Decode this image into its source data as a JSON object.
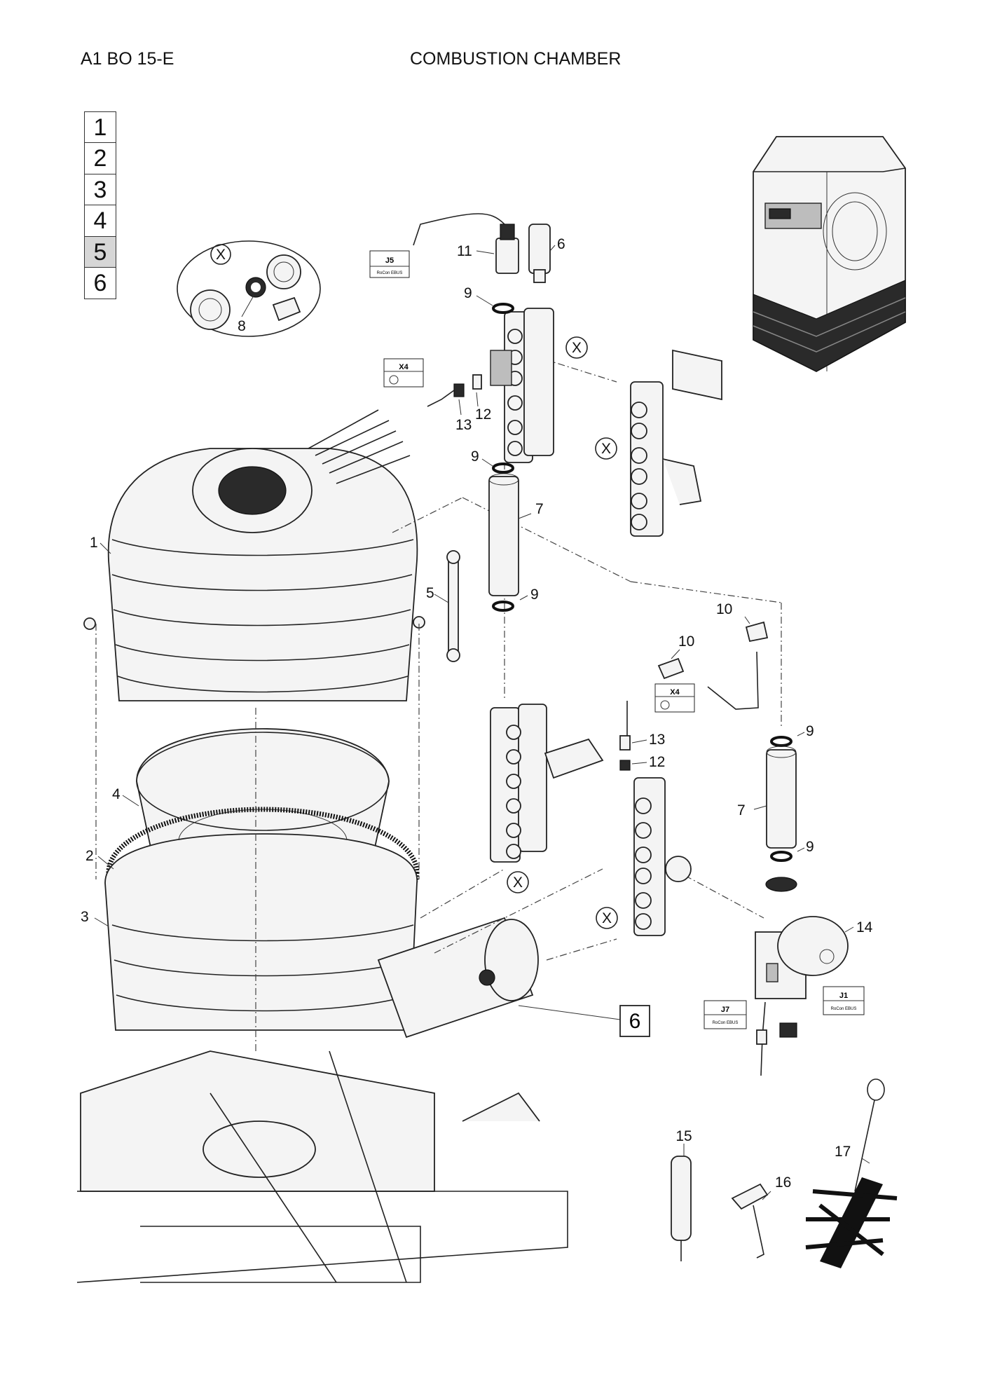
{
  "header": {
    "model": "A1 BO 15-E",
    "title": "COMBUSTION CHAMBER"
  },
  "page_selector": {
    "pages": [
      "1",
      "2",
      "3",
      "4",
      "5",
      "6"
    ],
    "active": "5"
  },
  "detail_ref": {
    "marker": "X",
    "callout_8": "8"
  },
  "callouts": {
    "c1": "1",
    "c2": "2",
    "c3": "3",
    "c4": "4",
    "c5": "5",
    "c6a": "6",
    "c6b": "6",
    "c7a": "7",
    "c7b": "7",
    "c9a": "9",
    "c9b": "9",
    "c9c": "9",
    "c9d": "9",
    "c9e": "9",
    "c10a": "10",
    "c10b": "10",
    "c11": "11",
    "c12a": "12",
    "c12b": "12",
    "c13a": "13",
    "c13b": "13",
    "c14": "14",
    "c15": "15",
    "c16": "16",
    "c17": "17",
    "xa": "X",
    "xb": "X",
    "xc": "X",
    "xd": "X"
  },
  "connectors": {
    "j5": {
      "label": "J5",
      "sub": "RoCon EBUS"
    },
    "x4a": {
      "label": "X4",
      "sub": ""
    },
    "x4b": {
      "label": "X4",
      "sub": ""
    },
    "j7": {
      "label": "J7",
      "sub": "RoCon EBUS"
    },
    "j1": {
      "label": "J1",
      "sub": "RoCon EBUS"
    }
  },
  "assembly_ref": {
    "label": "6"
  }
}
